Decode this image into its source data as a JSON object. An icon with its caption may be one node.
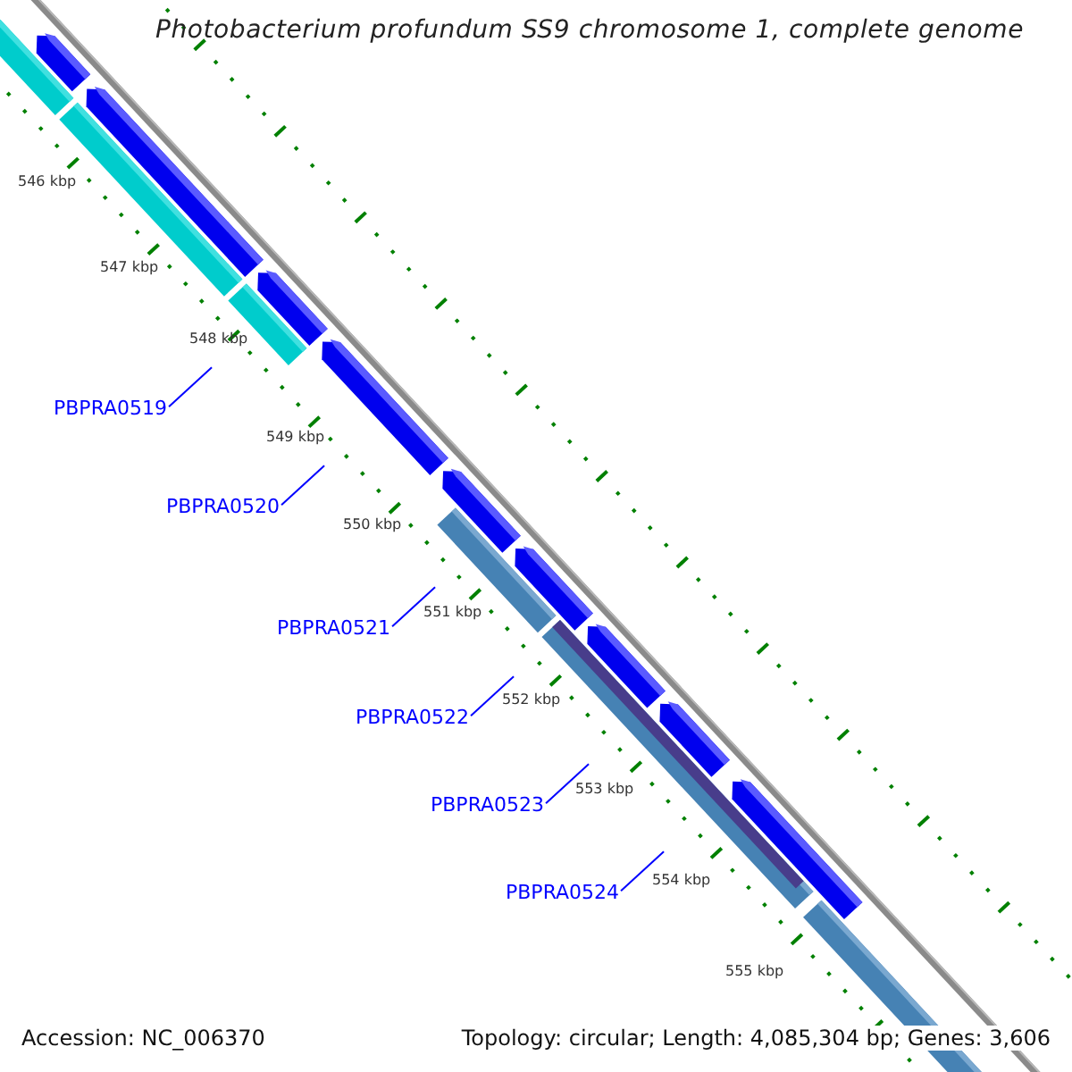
{
  "diagram": {
    "title": "Photobacterium profundum SS9 chromosome 1, complete genome",
    "nodes": [
      {
        "text": [
          "PBPRA0519"
        ]
      },
      {
        "text": [
          "PBPRA0520"
        ]
      },
      {
        "text": [
          "PBPRA0521"
        ]
      },
      {
        "text": [
          "PBPRA0522"
        ]
      },
      {
        "text": [
          "PBPRA0523"
        ]
      },
      {
        "text": [
          "PBPRA0524"
        ]
      }
    ],
    "edges": [
      {
        "from": 0,
        "to": null,
        "arrow": "none"
      },
      {
        "from": 1,
        "to": null,
        "arrow": "none"
      },
      {
        "from": 2,
        "to": null,
        "arrow": "none"
      },
      {
        "from": 3,
        "to": null,
        "arrow": "none"
      },
      {
        "from": 4,
        "to": null,
        "arrow": "none"
      },
      {
        "from": 5,
        "to": null,
        "arrow": "none"
      }
    ],
    "labels": [
      "546 kbp",
      "547 kbp",
      "548 kbp",
      "549 kbp",
      "550 kbp",
      "551 kbp",
      "552 kbp",
      "553 kbp",
      "554 kbp",
      "555 kbp",
      "Accession: NC_006370",
      "Topology: circular; Length: 4,085,304 bp; Genes: 3,606"
    ]
  }
}
